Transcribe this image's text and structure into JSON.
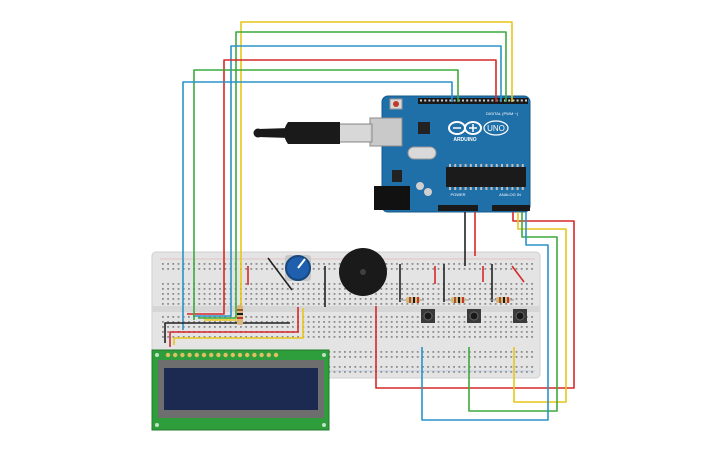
{
  "arduino": {
    "brand": "ARDUINO",
    "model": "UNO",
    "digital_header_label": "DIGITAL (PWM ~)",
    "power_header_label": "POWER",
    "analog_header_label": "ANALOG IN",
    "board_color": "#1f6fa8",
    "reset_button_color": "#c0392b"
  },
  "lcd": {
    "type": "16x2 character LCD",
    "pcb_color": "#2e9e3c",
    "screen_color": "#1c2a52"
  },
  "components": {
    "pushbuttons": 3,
    "resistors": 4,
    "potentiometer_knob_color": "#1f5fae",
    "buzzer_color": "#1a1a1a"
  },
  "wire_colors": {
    "red": "#d62828",
    "yellow": "#e6c619",
    "green": "#3caa3c",
    "blue": "#2a93c9",
    "black": "#222222"
  },
  "usb_cable": {
    "connector": "USB-B",
    "color": "#1a1a1a"
  }
}
